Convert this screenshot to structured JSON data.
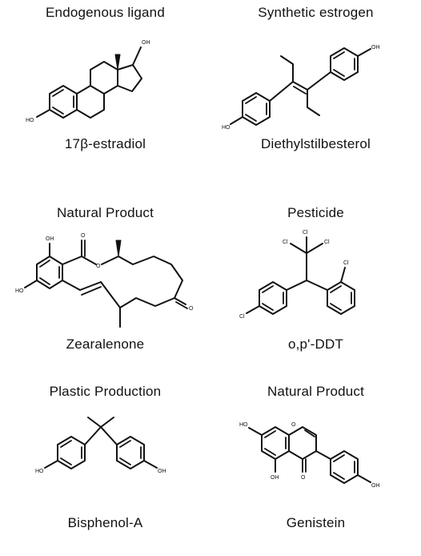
{
  "compounds": [
    {
      "category": "Endogenous ligand",
      "name": "17β-estradiol",
      "atoms": {
        "oh_left": "HO",
        "oh_top": "OH"
      }
    },
    {
      "category": "Synthetic estrogen",
      "name": "Diethylstilbesterol",
      "atoms": {
        "oh_left": "HO",
        "oh_right": "OH"
      }
    },
    {
      "category": "Natural Product",
      "name": "Zearalenone",
      "atoms": {
        "oh_top": "OH",
        "oh_left": "HO",
        "o_ring": "O",
        "o_carbonyl": "O",
        "o_ketone": "O"
      }
    },
    {
      "category": "Pesticide",
      "name": "o,p'-DDT",
      "atoms": {
        "cl_a": "Cl",
        "cl_b": "Cl",
        "cl_c": "Cl",
        "cl_ortho": "Cl",
        "cl_para": "Cl"
      }
    },
    {
      "category": "Plastic Production",
      "name": "Bisphenol-A",
      "atoms": {
        "oh_left": "HO",
        "oh_right": "OH"
      }
    },
    {
      "category": "Natural Product",
      "name": "Genistein",
      "atoms": {
        "oh_top": "HO",
        "o_ring": "O",
        "oh_bottom": "OH",
        "o_ketone": "O",
        "oh_right": "OH"
      }
    }
  ]
}
